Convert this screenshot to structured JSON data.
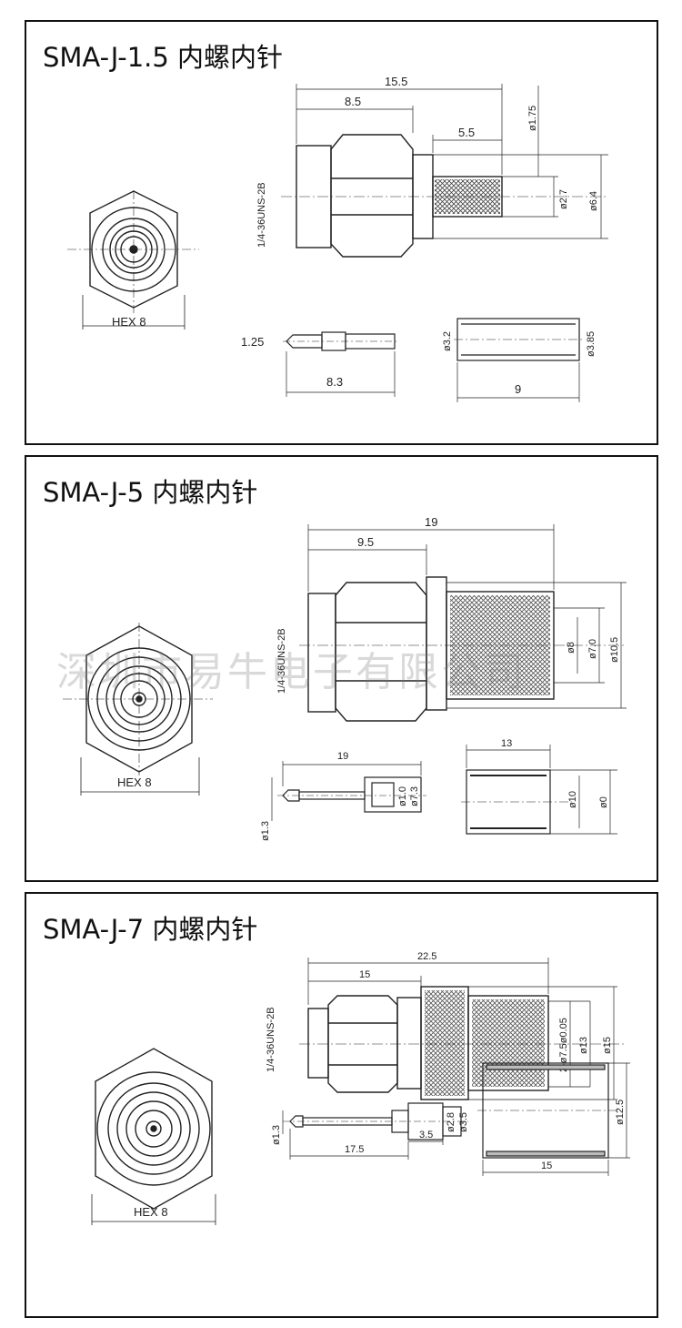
{
  "panels": [
    {
      "title": "SMA-J-1.5 内螺内针",
      "hex_label": "HEX 8",
      "thread_label": "1/4-36UNS-2B",
      "dims": {
        "overall": "15.5",
        "hex_len": "8.5",
        "tail_len": "5.5",
        "d_tip": "ø1.75",
        "d_inner": "ø2.7",
        "d_outer": "ø6.4",
        "pin_d": "1.25",
        "pin_len": "8.3",
        "ferrule_len": "9",
        "ferrule_id": "ø3.2",
        "ferrule_od": "ø3.85"
      }
    },
    {
      "title": "SMA-J-5 内螺内针",
      "hex_label": "HEX 8",
      "thread_label": "1/4-36UNS-2B",
      "dims": {
        "overall": "19",
        "hex_len": "9.5",
        "d_a": "ø8",
        "d_b": "ø7.0",
        "d_c": "ø10.5",
        "pin_len": "19",
        "pin_d": "ø1.3",
        "pin_c1": "ø1.0",
        "pin_c2": "ø7.3",
        "ferrule_len": "13",
        "ferrule_id": "ø10",
        "ferrule_od": "ø0"
      }
    },
    {
      "title": "SMA-J-7 内螺内针",
      "hex_label": "HEX 8",
      "thread_label": "1/4-36UNS-2B",
      "dims": {
        "overall": "22.5",
        "hex_len": "15",
        "d_knurl": "2-ø7.5ø0.05",
        "d_a": "ø13",
        "d_b": "ø15",
        "pin_len": "17.5",
        "pin_step": "3.5",
        "pin_d": "ø1.3",
        "pin_c1": "ø2.8",
        "pin_c2": "ø3.5",
        "ferrule_len": "15",
        "ferrule_od": "ø12.5"
      }
    }
  ],
  "watermark": "深圳市易牛电子有限公司"
}
